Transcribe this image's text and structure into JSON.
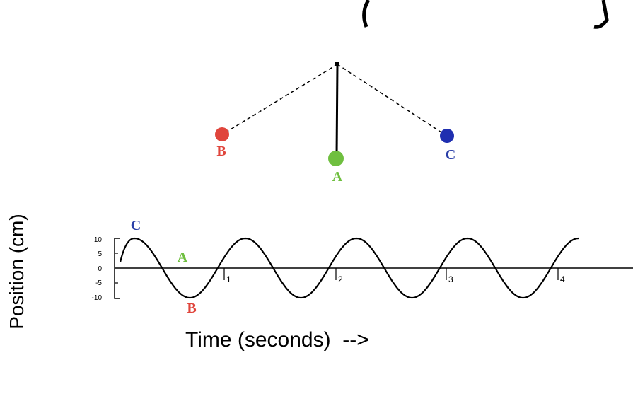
{
  "colors": {
    "point_a": "#6fbf3f",
    "point_b": "#e0453c",
    "point_c": "#2a3fa8",
    "ink": "#000000",
    "background": "#ffffff"
  },
  "pendulum": {
    "point_b": {
      "label": "B"
    },
    "point_a": {
      "label": "A"
    },
    "point_c": {
      "label": "C"
    }
  },
  "graph": {
    "y_axis_label": "Position (cm)",
    "x_axis_label": "Time (seconds)  -->",
    "y_ticks": [
      "10",
      "5",
      "0",
      "-5",
      "-10"
    ],
    "x_ticks": [
      "1",
      "2",
      "3",
      "4"
    ],
    "marker_c": "C",
    "marker_a": "A",
    "marker_b": "B"
  },
  "wave": {
    "amplitude_cm": 10,
    "period_s": 1,
    "time_range_s": [
      0,
      4
    ],
    "y_range_cm": [
      -10,
      10
    ]
  }
}
